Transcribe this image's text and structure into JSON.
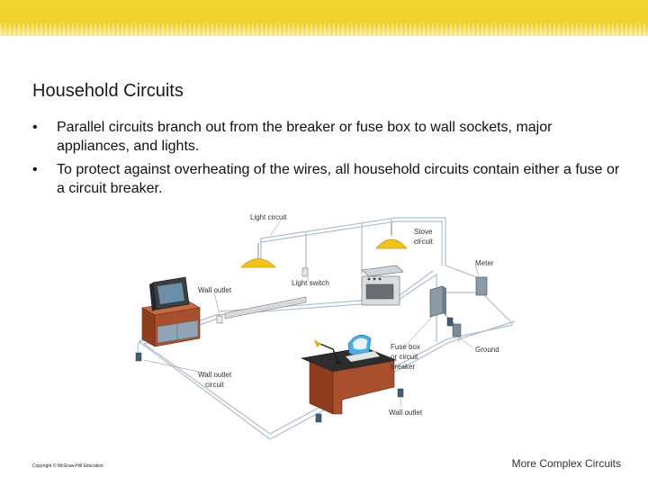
{
  "slide": {
    "title": "Household Circuits",
    "bullets": [
      "Parallel circuits branch out from the breaker or fuse box to wall sockets, major appliances, and lights.",
      "To protect against overheating of the wires, all household circuits contain either a fuse or a circuit breaker."
    ],
    "bullet_glyph": "•",
    "copyright": "Copyright © McGraw-Hill Education",
    "footer": "More Complex Circuits"
  },
  "diagram": {
    "labels": {
      "light_circuit": "Light circuit",
      "stove_1": "Stove",
      "stove_2": "circuit",
      "meter": "Meter",
      "wall_outlet_tv": "Wall outlet",
      "light_switch": "Light switch",
      "ground": "Ground",
      "fuse_1": "Fuse box",
      "fuse_2": "or circuit",
      "fuse_3": "breaker",
      "wall_outlet_circuit_1": "Wall outlet",
      "wall_outlet_circuit_2": "circuit",
      "wall_outlet_bottom": "Wall outlet"
    }
  },
  "colors": {
    "banner": "#f2d631",
    "wire": "#aebfcc",
    "lamp": "#f0c418",
    "cabinet": "#a8502e",
    "desk": "#2d2d2d"
  }
}
